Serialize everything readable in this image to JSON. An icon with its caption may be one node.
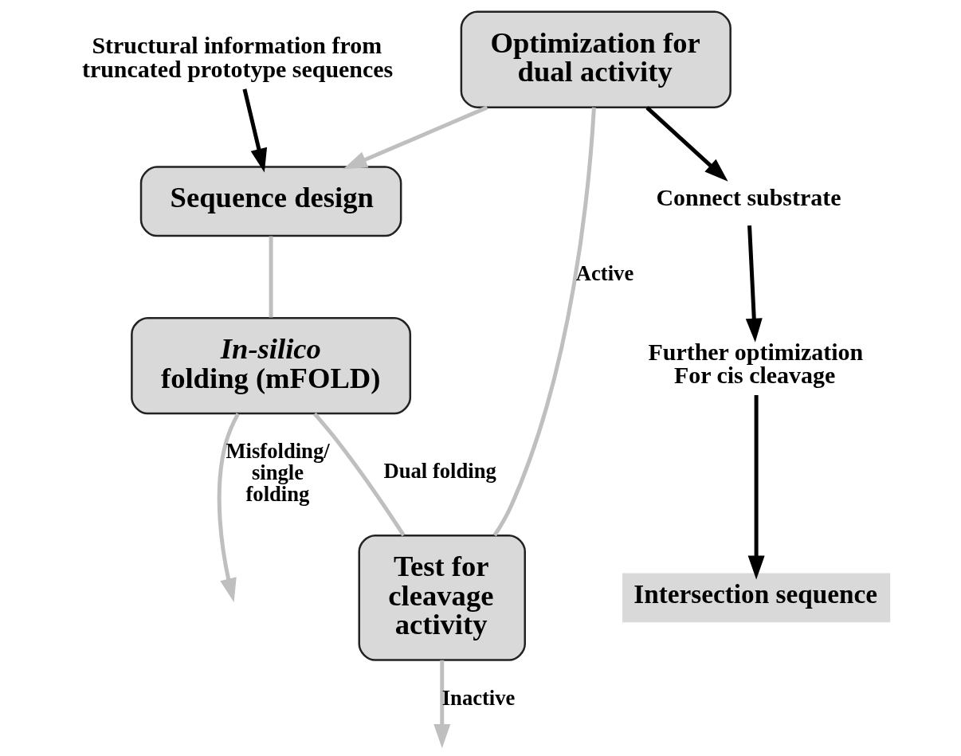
{
  "diagram": {
    "nodes": [
      {
        "text": [
          "Intersection sequence"
        ]
      },
      {
        "text": [
          "Further optimization For cis cleavage"
        ]
      },
      {
        "text": [
          "Connect substrate"
        ]
      },
      {
        "text": [
          "Structural information from truncated prototype sequences"
        ]
      },
      {
        "text": [
          "Sequence design"
        ]
      },
      {
        "text": [
          "*In-silico* folding (mFOLD)"
        ]
      },
      {
        "text": [
          "Test for cleavage activity"
        ]
      },
      {
        "text": [
          "Optimization for dual activity"
        ]
      }
    ],
    "edges": [
      {
        "from": 3,
        "to": 4,
        "arrow": "to",
        "color": "#000000"
      },
      {
        "from": 4,
        "to": 5,
        "arrow": "none"
      },
      {
        "from": 5,
        "to": 6,
        "arrow": "none",
        "label": "Dual folding"
      },
      {
        "from": 5,
        "to": null,
        "arrow": "to",
        "label": "Misfolding/ single folding"
      },
      {
        "from": 6,
        "to": 7,
        "arrow": "none",
        "label": "Active"
      },
      {
        "from": 6,
        "to": null,
        "arrow": "to",
        "label": "Inactive"
      },
      {
        "from": 7,
        "to": 4,
        "arrow": "to"
      },
      {
        "from": 7,
        "to": 2,
        "arrow": "to",
        "color": "#000000"
      },
      {
        "from": 2,
        "to": 1,
        "arrow": "to",
        "color": "#000000"
      },
      {
        "from": 1,
        "to": 0,
        "arrow": "to",
        "color": "#000000"
      }
    ]
  }
}
